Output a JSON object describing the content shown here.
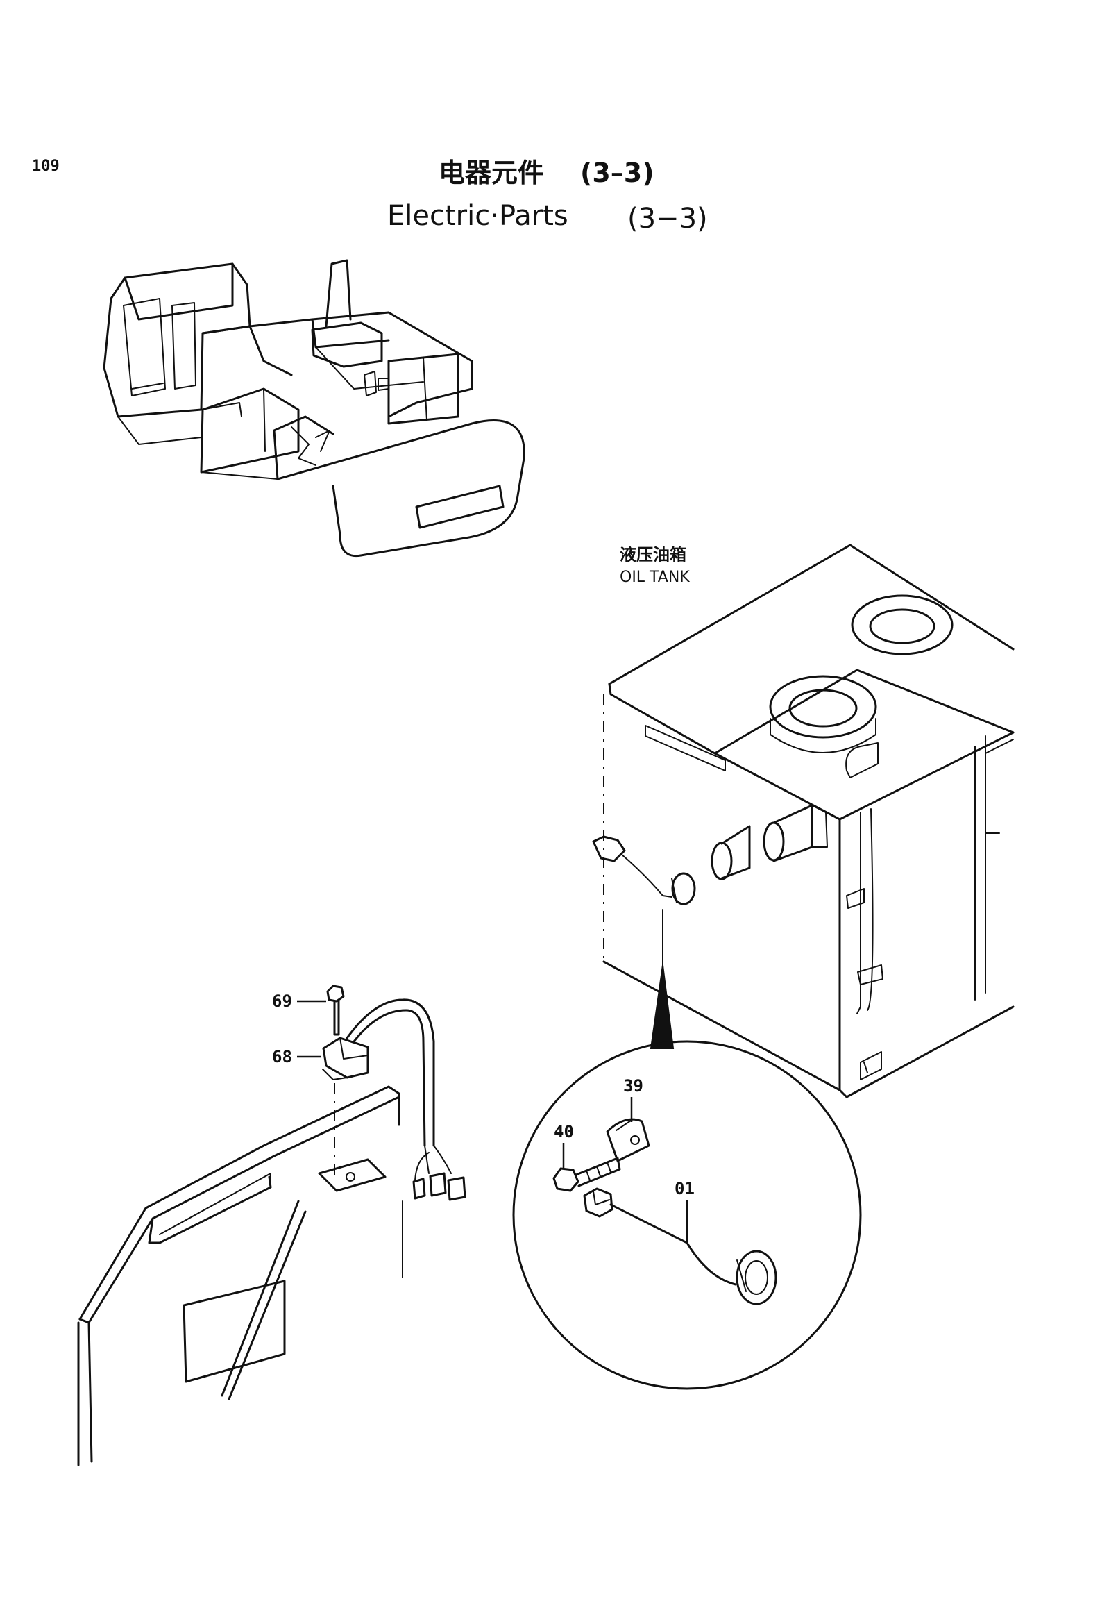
{
  "page_number": "109",
  "title_cn": "电器元件",
  "title_cn_suffix": "(3–3)",
  "title_en": "Electric·Parts",
  "title_en_suffix": "(3−3)",
  "oil_tank": {
    "label_cn": "液压油箱",
    "label_en": "OIL TANK"
  },
  "callouts": {
    "p69": "69",
    "p68": "68",
    "p39": "39",
    "p40": "40",
    "p01": "01"
  }
}
